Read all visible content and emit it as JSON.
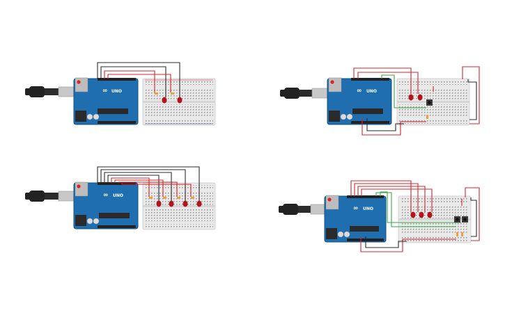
{
  "board": {
    "logo": "∞",
    "model": "UNO"
  },
  "circuits": [
    {
      "id": "circuit-1",
      "leds": 2,
      "buttons": 0,
      "resistors": 2
    },
    {
      "id": "circuit-2",
      "leds": 2,
      "buttons": 1,
      "resistors": 1
    },
    {
      "id": "circuit-3",
      "leds": 4,
      "buttons": 0,
      "resistors": 4
    },
    {
      "id": "circuit-4",
      "leds": 3,
      "buttons": 2,
      "resistors": 2
    }
  ],
  "colors": {
    "board": "#1f6fb0",
    "board_dark": "#14507f",
    "breadboard": "#e9e9e9",
    "wire_red": "#d8232a",
    "wire_black": "#2a2a2a",
    "wire_green": "#3aa646",
    "led": "#b5121b",
    "resistor": "#f0a040",
    "cable": "#222222",
    "usb": "#c8c8c8"
  }
}
